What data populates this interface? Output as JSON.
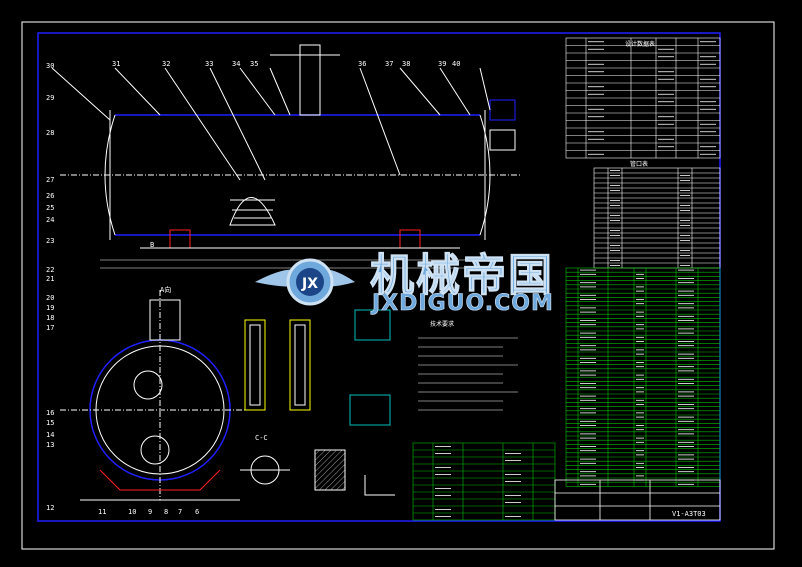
{
  "watermark": {
    "cn_text": "机械帝国",
    "en_text": "JXDIGUO.COM",
    "logo_letters": "JX"
  },
  "views": {
    "section_cc": "C-C",
    "view_a": "A向",
    "view_b": "B",
    "tech_req_title": "技术要求",
    "nozzle_table_title": "管口表",
    "design_data_title": "设计数据表"
  },
  "part_numbers_left": [
    "30",
    "29",
    "28",
    "27",
    "26",
    "25",
    "24",
    "23",
    "22",
    "21",
    "20",
    "19",
    "18",
    "17",
    "16",
    "15",
    "14",
    "13",
    "12"
  ],
  "part_numbers_top": [
    "31",
    "32",
    "33",
    "34",
    "35",
    "36",
    "37",
    "38",
    "39",
    "40"
  ],
  "part_numbers_bottom": [
    "11",
    "10",
    "9",
    "8",
    "7",
    "6"
  ],
  "title_block": {
    "drawing_no": "V1-A3T03"
  },
  "colors": {
    "background": "#000000",
    "frame": "#2020ff",
    "line": "#ffffff",
    "table_green": "#00c000",
    "accent_yellow": "#ffff00",
    "accent_red": "#ff2020",
    "watermark_blue": "#6fa8dc"
  }
}
